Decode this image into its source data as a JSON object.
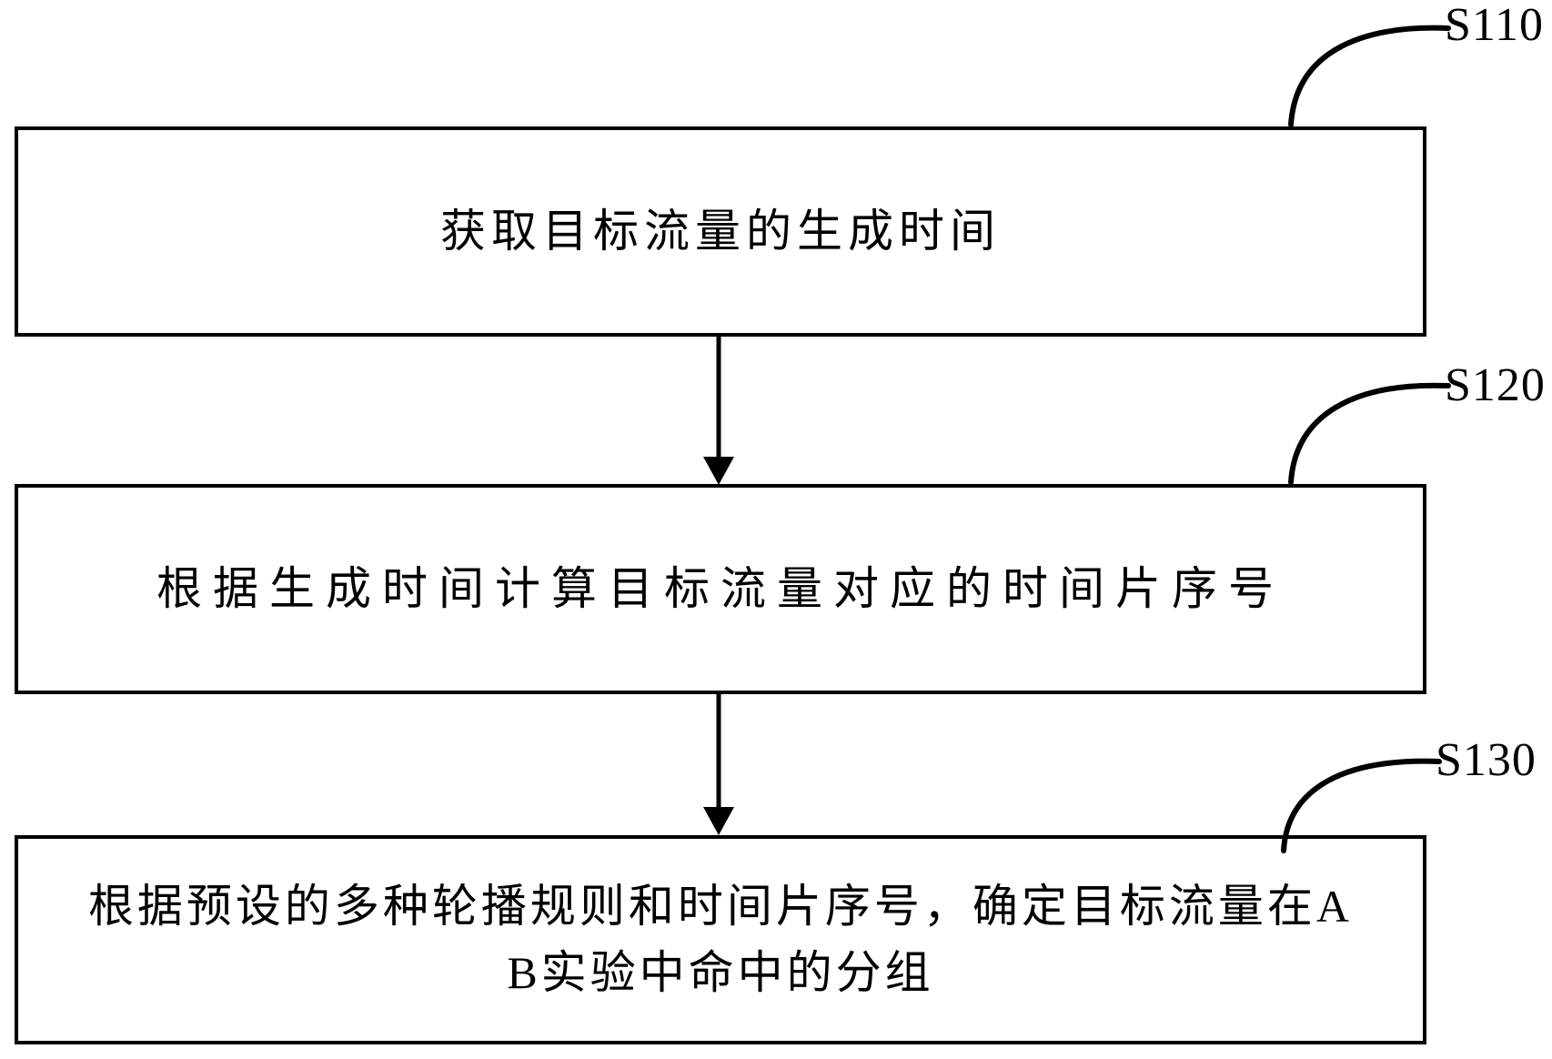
{
  "figure": {
    "steps": [
      {
        "label": "S110",
        "lines": [
          "获取目标流量的生成时间"
        ]
      },
      {
        "label": "S120",
        "lines": [
          "根据生成时间计算目标流量对应的时间片序号"
        ]
      },
      {
        "label": "S130",
        "lines": [
          "根据预设的多种轮播规则和时间片序号，确定目标流量在A",
          "B实验中命中的分组"
        ]
      }
    ],
    "colors": {
      "line": "#000000",
      "text": "#000000",
      "background": "#ffffff"
    }
  }
}
